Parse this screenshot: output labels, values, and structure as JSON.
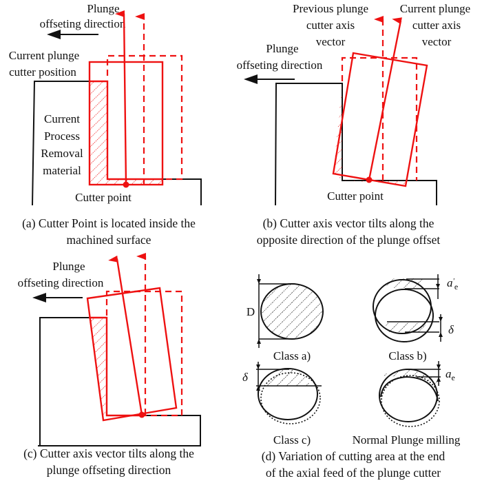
{
  "colors": {
    "cutter": "#ee1111",
    "workpiece": "#111111"
  },
  "panels": {
    "a": {
      "label_offset": [
        "Plunge",
        "offseting direction"
      ],
      "label_position": [
        "Current plunge",
        "cutter position"
      ],
      "label_removal": [
        "Current",
        "Process",
        "Removal",
        "material"
      ],
      "label_point": "Cutter point",
      "caption": [
        "(a) Cutter Point is located inside the",
        "machined surface"
      ]
    },
    "b": {
      "label_prev": [
        "Previous plunge",
        "cutter axis",
        "vector"
      ],
      "label_curr": [
        "Current plunge",
        "cutter axis",
        "vector"
      ],
      "label_offset": [
        "Plunge",
        "offseting direction"
      ],
      "label_point": "Cutter point",
      "caption": [
        "(b) Cutter axis vector tilts along the",
        "opposite direction of  the plunge offset"
      ]
    },
    "c": {
      "label_offset": [
        "Plunge",
        "offseting direction"
      ],
      "caption": [
        "(c) Cutter axis vector tilts along  the",
        "plunge offseting direction"
      ]
    },
    "d": {
      "dim_D": "D",
      "dim_ae_prime": "a",
      "dim_ae_prime_sub": "e",
      "dim_ae_prime_mark": "'",
      "dim_delta": "δ",
      "dim_ae": "a",
      "dim_ae_sub": "e",
      "class_a": "Class a)",
      "class_b": "Class b)",
      "class_c": "Class c)",
      "normal": "Normal Plunge milling",
      "caption": [
        "(d) Variation of cutting area at the end",
        "of the axial feed of the plunge cutter"
      ]
    }
  }
}
